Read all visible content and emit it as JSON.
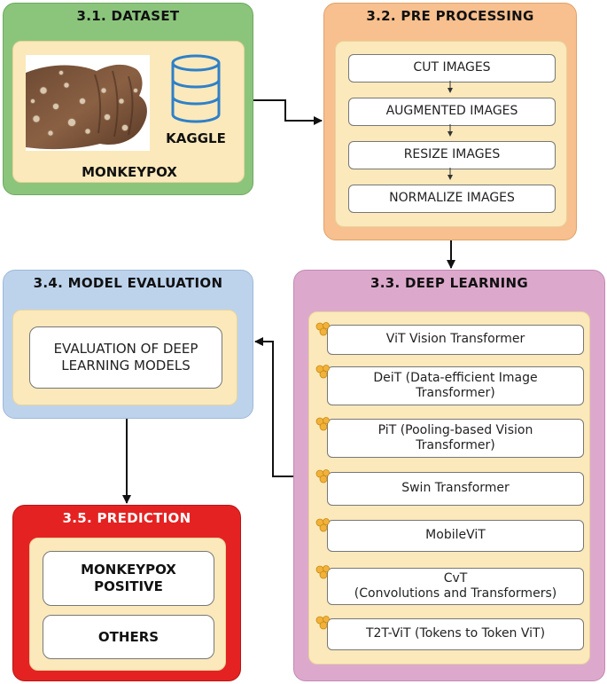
{
  "dataset": {
    "title": "3.1.  DATASET",
    "source_label": "KAGGLE",
    "disease_label": "MONKEYPOX"
  },
  "preprocessing": {
    "title": "3.2.  PRE PROCESSING",
    "steps": [
      "CUT IMAGES",
      "AUGMENTED IMAGES",
      "RESIZE IMAGES",
      "NORMALIZE IMAGES"
    ]
  },
  "deep_learning": {
    "title": "3.3.  DEEP LEARNING",
    "models": [
      "ViT Vision Transformer",
      "DeiT (Data-efficient Image\nTransformer)",
      "PiT (Pooling-based Vision\nTransformer)",
      "Swin Transformer",
      "MobileViT",
      "CvT\n(Convolutions and Transformers)",
      "T2T-ViT (Tokens to Token ViT)"
    ]
  },
  "evaluation": {
    "title": "3.4.  MODEL EVALUATION",
    "text": "EVALUATION OF DEEP\nLEARNING MODELS"
  },
  "prediction": {
    "title": "3.5.  PREDICTION",
    "outcomes": [
      "MONKEYPOX\nPOSITIVE",
      "OTHERS"
    ]
  },
  "colors": {
    "dataset_panel": "#8bc57c",
    "preprocessing_panel": "#f7c08e",
    "deep_learning_panel": "#dca9cc",
    "evaluation_panel": "#bdd3ec",
    "prediction_panel": "#e52222",
    "inner_panel": "#fbe9bb"
  }
}
